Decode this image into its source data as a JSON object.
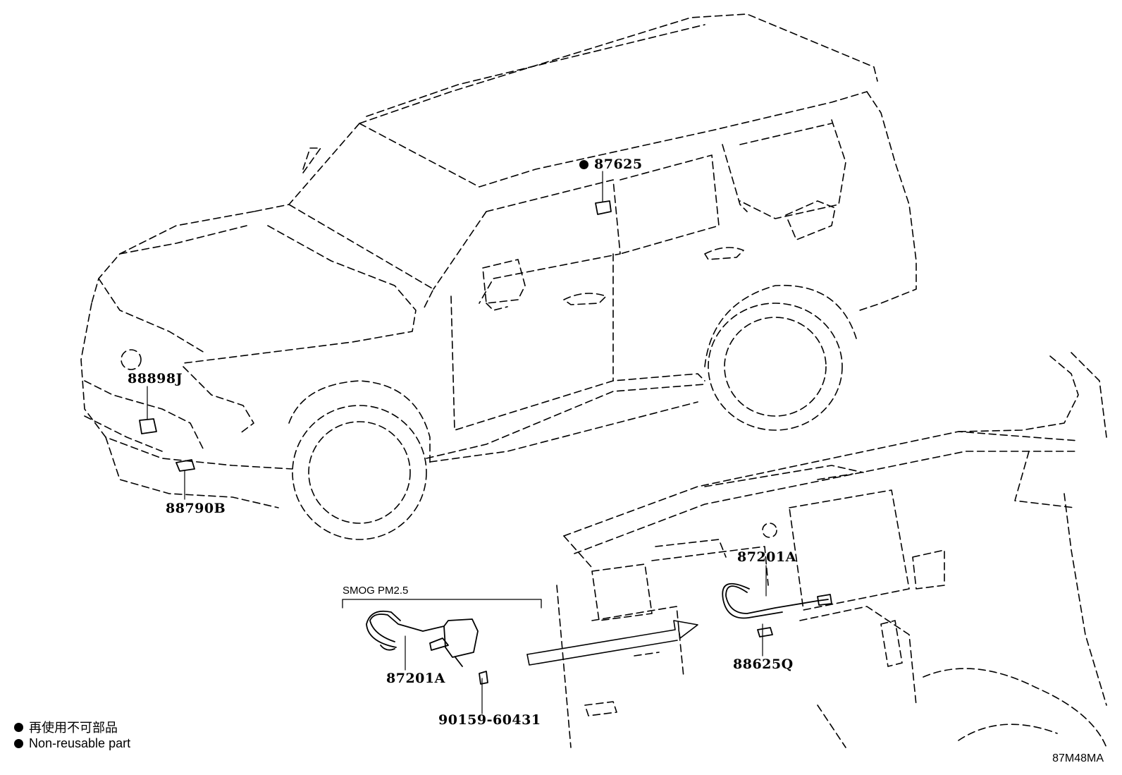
{
  "parts": {
    "p87625": "87625",
    "p88898J": "88898J",
    "p88790B": "88790B",
    "p87201A_top": "87201A",
    "p88625Q": "88625Q",
    "p87201A_detail": "87201A",
    "p90159": "90159-60431"
  },
  "inset": {
    "title": "SMOG PM2.5"
  },
  "legend": {
    "line1": "再使用不可部品",
    "line2": "Non-reusable part"
  },
  "figure_code": "87M48MA",
  "colors": {
    "ink": "#000000",
    "background": "#ffffff"
  }
}
